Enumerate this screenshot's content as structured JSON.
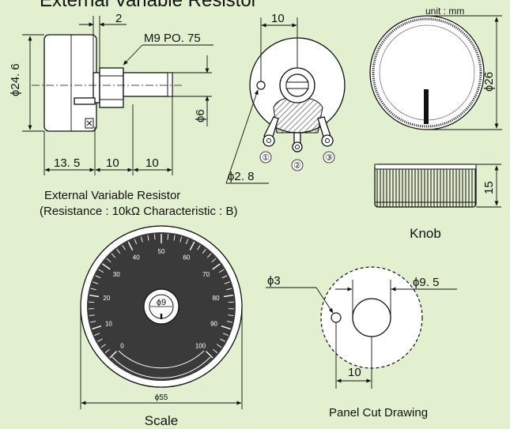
{
  "title": "External Variable Resistor",
  "unit": "unit : mm",
  "resistor": {
    "thread_label": "M9 PO. 75",
    "dia_body": "ϕ24. 6",
    "dia_shaft": "ϕ6",
    "dim_2": "2",
    "dim_13_5": "13. 5",
    "dim_10a": "10",
    "dim_10b": "10",
    "front_dim_10": "10",
    "dia_hole": "ϕ2. 8",
    "terminals": [
      "①",
      "②",
      "③"
    ],
    "caption_line1": "External Variable Resistor",
    "caption_line2": "(Resistance : 10kΩ  Characteristic : B)"
  },
  "knob": {
    "dia": "ϕ26",
    "height": "15",
    "caption": "Knob"
  },
  "scale": {
    "tick_labels": [
      "0",
      "10",
      "20",
      "30",
      "40",
      "50",
      "60",
      "70",
      "80",
      "90",
      "100"
    ],
    "center_dia": "ϕ9",
    "outer_dia": "ϕ55",
    "caption": "Scale"
  },
  "panel": {
    "small_hole": "ϕ3",
    "big_hole": "ϕ9. 5",
    "offset": "10",
    "caption": "Panel Cut Drawing"
  },
  "colors": {
    "background": "#e3f0cf",
    "scale_face": "#3a3a3a",
    "hatch": "#555555"
  }
}
